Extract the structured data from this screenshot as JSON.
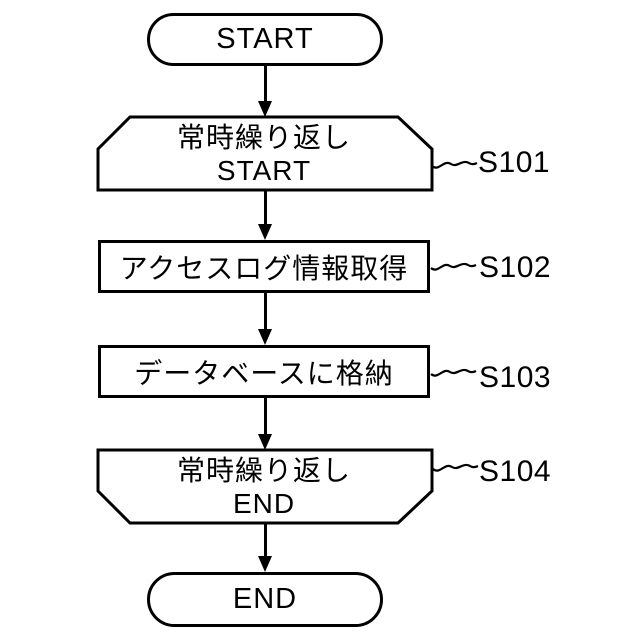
{
  "palette": {
    "line_color": "#000000",
    "background_color": "#ffffff",
    "text_color": "#000000"
  },
  "flowchart": {
    "terminal_start": {
      "label": "START"
    },
    "loop_start": {
      "line1": "常時繰り返し",
      "line2": "START",
      "step": "S101"
    },
    "process_1": {
      "label": "アクセスログ情報取得",
      "step": "S102"
    },
    "process_2": {
      "label": "データベースに格納",
      "step": "S103"
    },
    "loop_end": {
      "line1": "常時繰り返し",
      "line2": "END",
      "step": "S104"
    },
    "terminal_end": {
      "label": "END"
    },
    "flow_order": [
      "terminal_start",
      "loop_start",
      "process_1",
      "process_2",
      "loop_end",
      "terminal_end"
    ]
  }
}
